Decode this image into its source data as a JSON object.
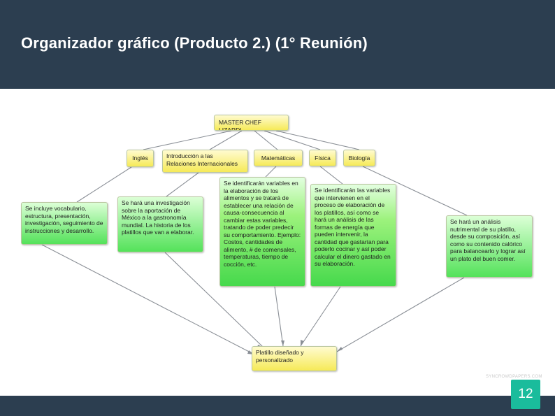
{
  "slide": {
    "title": "Organizador gráfico (Producto 2.) (1° Reunión)",
    "page_number": "12",
    "watermark": "SYNCROWDPAPERS.COM"
  },
  "colors": {
    "header": "#2c3e50",
    "badge": "#1abc9c",
    "yellow_node": "#f6ea58",
    "green_node": "#54e25a"
  },
  "diagram": {
    "root": "MASTER CHEF LIZARDI",
    "subjects": {
      "ingles": "Inglés",
      "intro": "Introducción a las Relaciones Internacionales",
      "matematicas": "Matemáticas",
      "fisica": "Física",
      "biologia": "Biología"
    },
    "descriptions": {
      "ingles": "Se incluye vocabulario, estructura, presentación, investigación, seguimiento de instrucciones y desarrollo.",
      "intro": "Se hará una investigación sobre la aportación de México a la gastronomía mundial. La historia de los platillos que van a elaborar.",
      "matematicas": "Se identificarán variables en la elaboración de los alimentos y se tratará de establecer una relación de causa-consecuencia al cambiar estas variables, tratando de poder predecir su comportamiento. Ejemplo: Costos, cantidades de alimento, # de comensales, temperaturas, tiempo de cocción, etc.",
      "fisica": "Se identificarán las variables que intervienen en el proceso de elaboración de los platillos, así como se hará un análisis de las formas de energía que pueden intervenir, la cantidad que gastarían para poderlo cocinar y así poder calcular el dinero gastado en su elaboración.",
      "biologia": "Se hará un análisis nutrimental de su platillo, desde su composición, así como su contenido calórico para balancearlo y lograr así un plato del buen comer."
    },
    "result": "Platillo diseñado y personalizado"
  }
}
